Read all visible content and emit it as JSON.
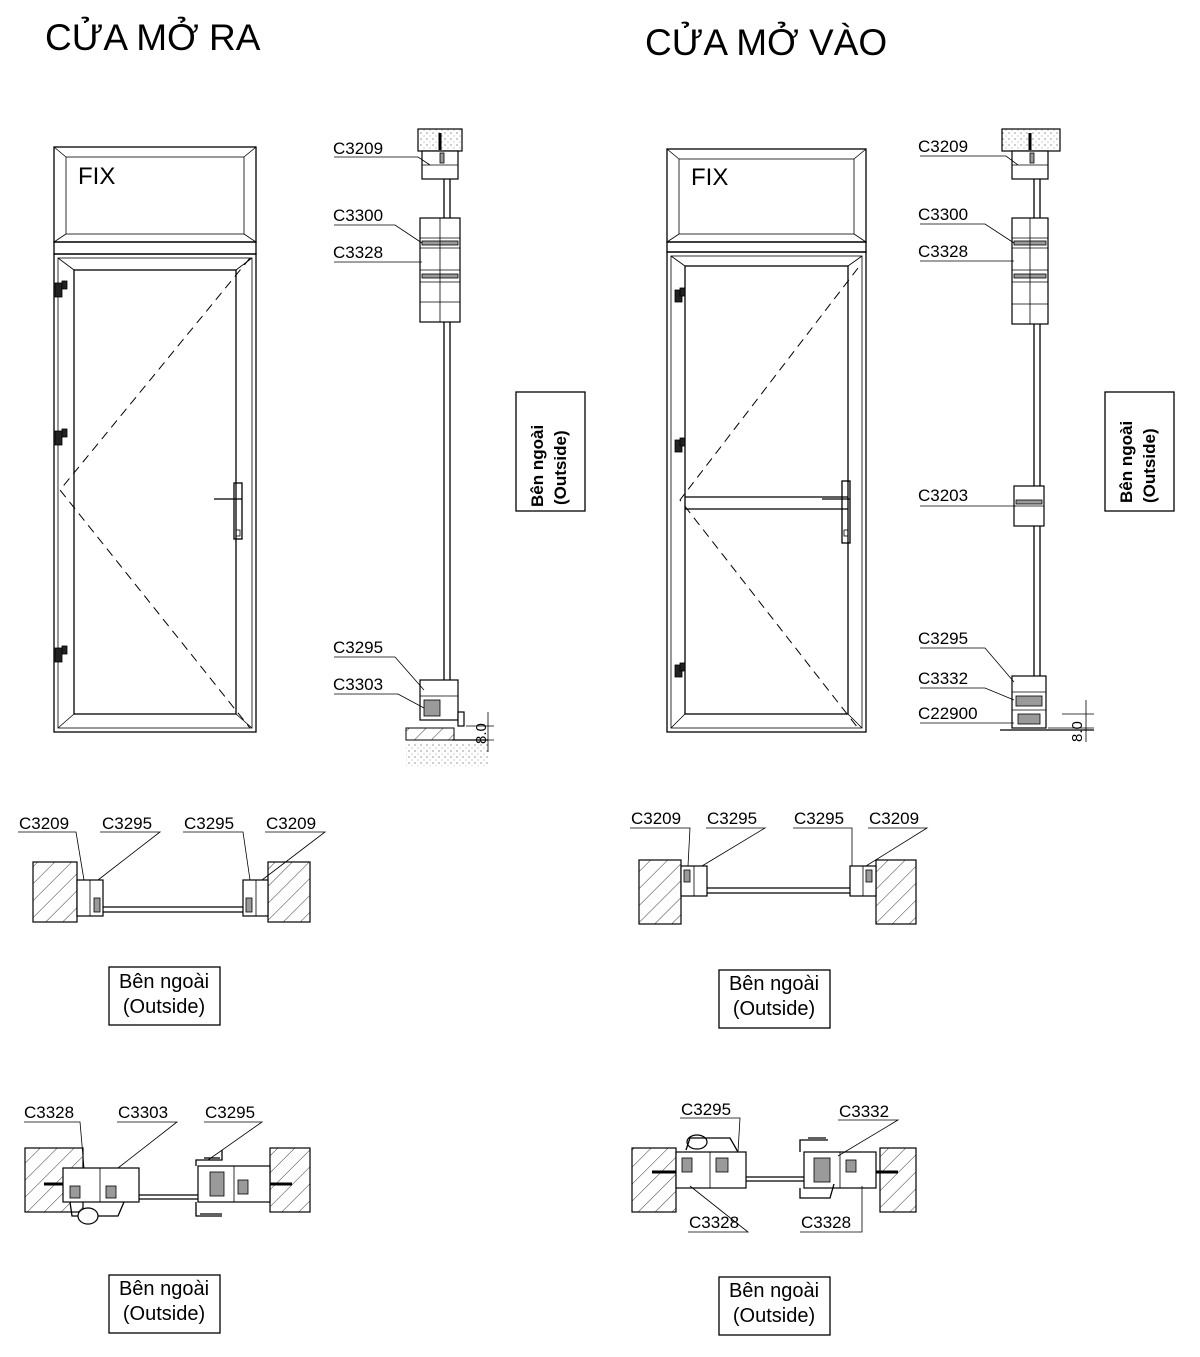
{
  "titles": {
    "left": "CỬA MỞ RA",
    "right": "CỬA MỞ VÀO"
  },
  "fix_label": "FIX",
  "outside": {
    "line1": "Bên ngoài",
    "line2": "(Outside)"
  },
  "dimension": "8.0",
  "left": {
    "section_codes": {
      "top": "C3209",
      "transom_1": "C3300",
      "transom_2": "C3328",
      "bottom_1": "C3295",
      "bottom_2": "C3303"
    },
    "plan_fixed": [
      "C3209",
      "C3295",
      "C3295",
      "C3209"
    ],
    "plan_door": [
      "C3328",
      "C3303",
      "C3295"
    ]
  },
  "right": {
    "section_codes": {
      "top": "C3209",
      "transom_1": "C3300",
      "transom_2": "C3328",
      "mid": "C3203",
      "bottom_1": "C3295",
      "bottom_2": "C3332",
      "bottom_3": "C22900"
    },
    "plan_fixed": [
      "C3209",
      "C3295",
      "C3295",
      "C3209"
    ],
    "plan_door_top": [
      "C3295",
      "C3332"
    ],
    "plan_door_bottom": [
      "C3328",
      "C3328"
    ]
  }
}
